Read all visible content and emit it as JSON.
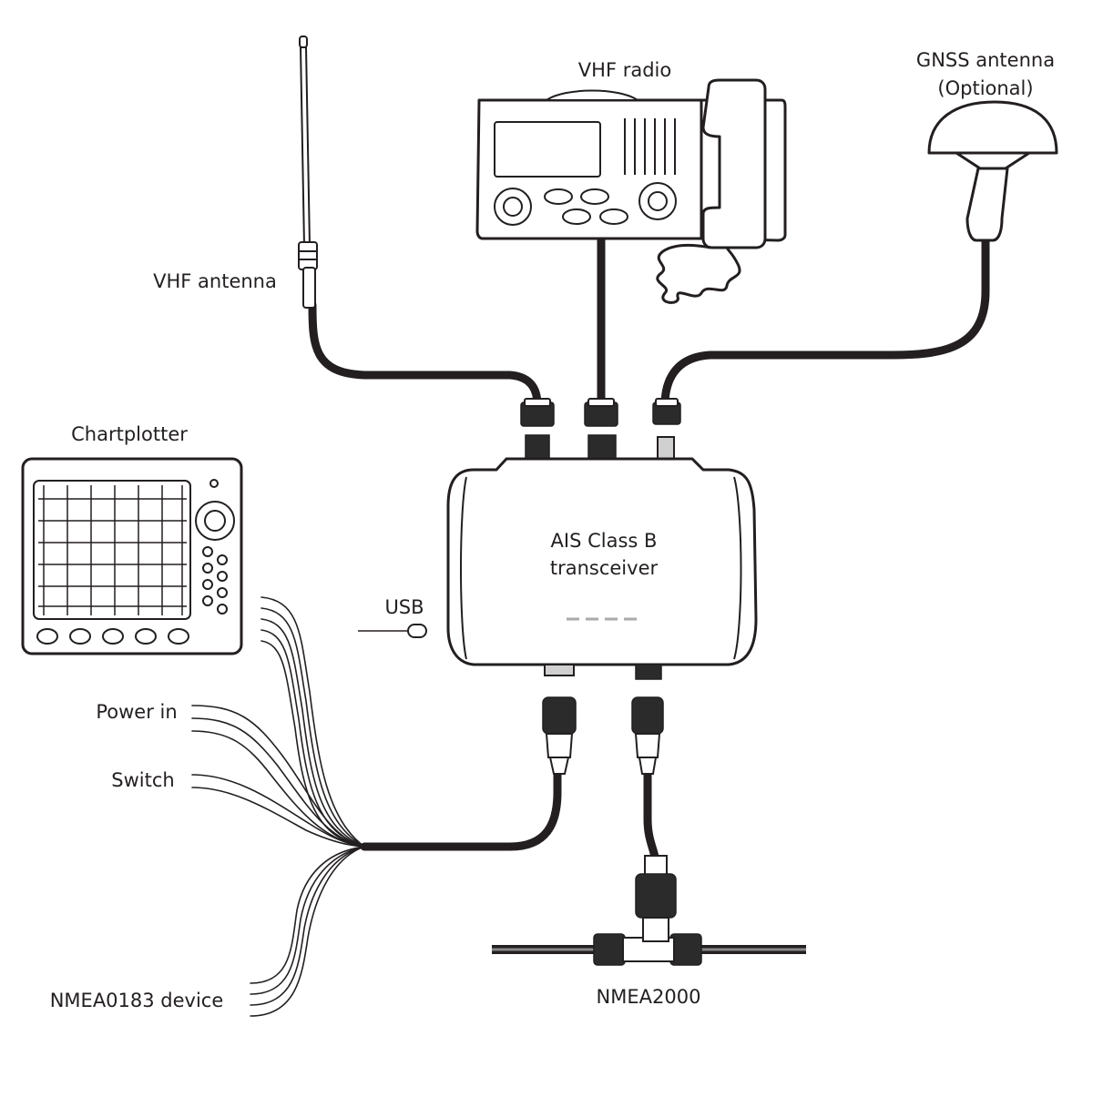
{
  "labels": {
    "vhf_radio": "VHF radio",
    "gnss_antenna_line1": "GNSS antenna",
    "gnss_antenna_line2": "(Optional)",
    "vhf_antenna": "VHF antenna",
    "chartplotter": "Chartplotter",
    "usb": "USB",
    "power_in": "Power in",
    "switch": "Switch",
    "nmea0183_device": "NMEA0183 device",
    "nmea2000": "NMEA2000",
    "transceiver_line1": "AIS Class B",
    "transceiver_line2": "transceiver"
  },
  "colors": {
    "ink": "#231f20",
    "background": "#ffffff"
  }
}
